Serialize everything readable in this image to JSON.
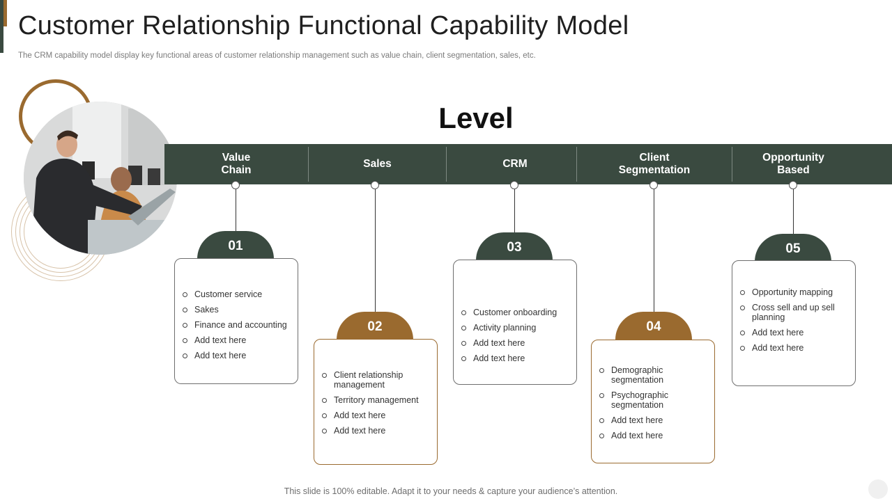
{
  "header": {
    "title": "Customer Relationship Functional Capability Model",
    "subtitle": "The CRM capability model display key functional areas of customer relationship management such as value chain, client segmentation, sales, etc."
  },
  "level": {
    "title": "Level",
    "columns": [
      {
        "label": "Value\nChain",
        "number": "01",
        "items": [
          "Customer service",
          "Sakes",
          "Finance and accounting",
          "Add text here",
          "Add text here"
        ]
      },
      {
        "label": "Sales",
        "number": "02",
        "items": [
          "Client relationship management",
          "Territory management",
          "Add text here",
          "Add text here"
        ]
      },
      {
        "label": "CRM",
        "number": "03",
        "items": [
          "Customer onboarding",
          "Activity  planning",
          "Add text here",
          "Add text here"
        ]
      },
      {
        "label": "Client\nSegmentation",
        "number": "04",
        "items": [
          "Demographic segmentation",
          "Psychographic segmentation",
          "Add text here",
          "Add text here"
        ]
      },
      {
        "label": "Opportunity\nBased",
        "number": "05",
        "items": [
          "Opportunity mapping",
          "Cross sell and up sell planning",
          "Add text here",
          "Add text here"
        ]
      }
    ]
  },
  "footer": {
    "text": "This slide is 100% editable. Adapt it to your needs & capture your audience’s attention."
  },
  "colors": {
    "primary": "#3a4a40",
    "accent": "#9a6a2f"
  }
}
